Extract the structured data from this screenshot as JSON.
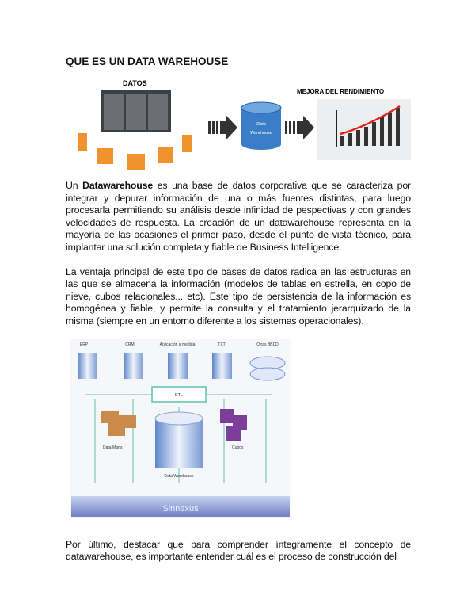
{
  "title": "QUE ES UN DATA WAREHOUSE",
  "figure1": {
    "datos_label": "DATOS",
    "cylinder_label_1": "Data",
    "cylinder_label_2": "Warehouse",
    "performance_label": "MEJORA DEL RENDIMIENTO"
  },
  "paragraph1": {
    "pre": "Un ",
    "bold": "Datawarehouse",
    "post": " es una base de datos corporativa que se caracteriza por integrar y depurar información de una o más fuentes distintas, para luego procesarla permitiendo su análisis desde infinidad de pespectivas y con grandes velocidades de respuesta. La creación de un datawarehouse representa en la mayoría de las ocasiones el primer paso, desde el punto de vista técnico, para implantar una solución completa y fiable de Business Intelligence."
  },
  "paragraph2": "La ventaja principal de este tipo de bases de datos radica en las estructuras en las que se almacena la información (modelos de tablas en estrella, en copo de nieve, cubos relacionales... etc). Este tipo de persistencia de la información es homogénea y fiable, y permite la consulta y el tratamiento jerarquizado de la misma (siempre en un entorno diferente a los sistemas operacionales).",
  "figure2": {
    "sources": [
      "ERP",
      "CRM",
      "Aplicación a medida",
      "TXT",
      "Otras BBDD"
    ],
    "etl": "ETL",
    "data_marts": "Data Marts",
    "cubes": "Cubos",
    "data_warehouse": "Data Warehouse",
    "brand": "Sinnexus"
  },
  "paragraph3": "Por último, destacar que para comprender íntegramente el concepto de datawarehouse, es importante entender cuál es el proceso de construcción del"
}
